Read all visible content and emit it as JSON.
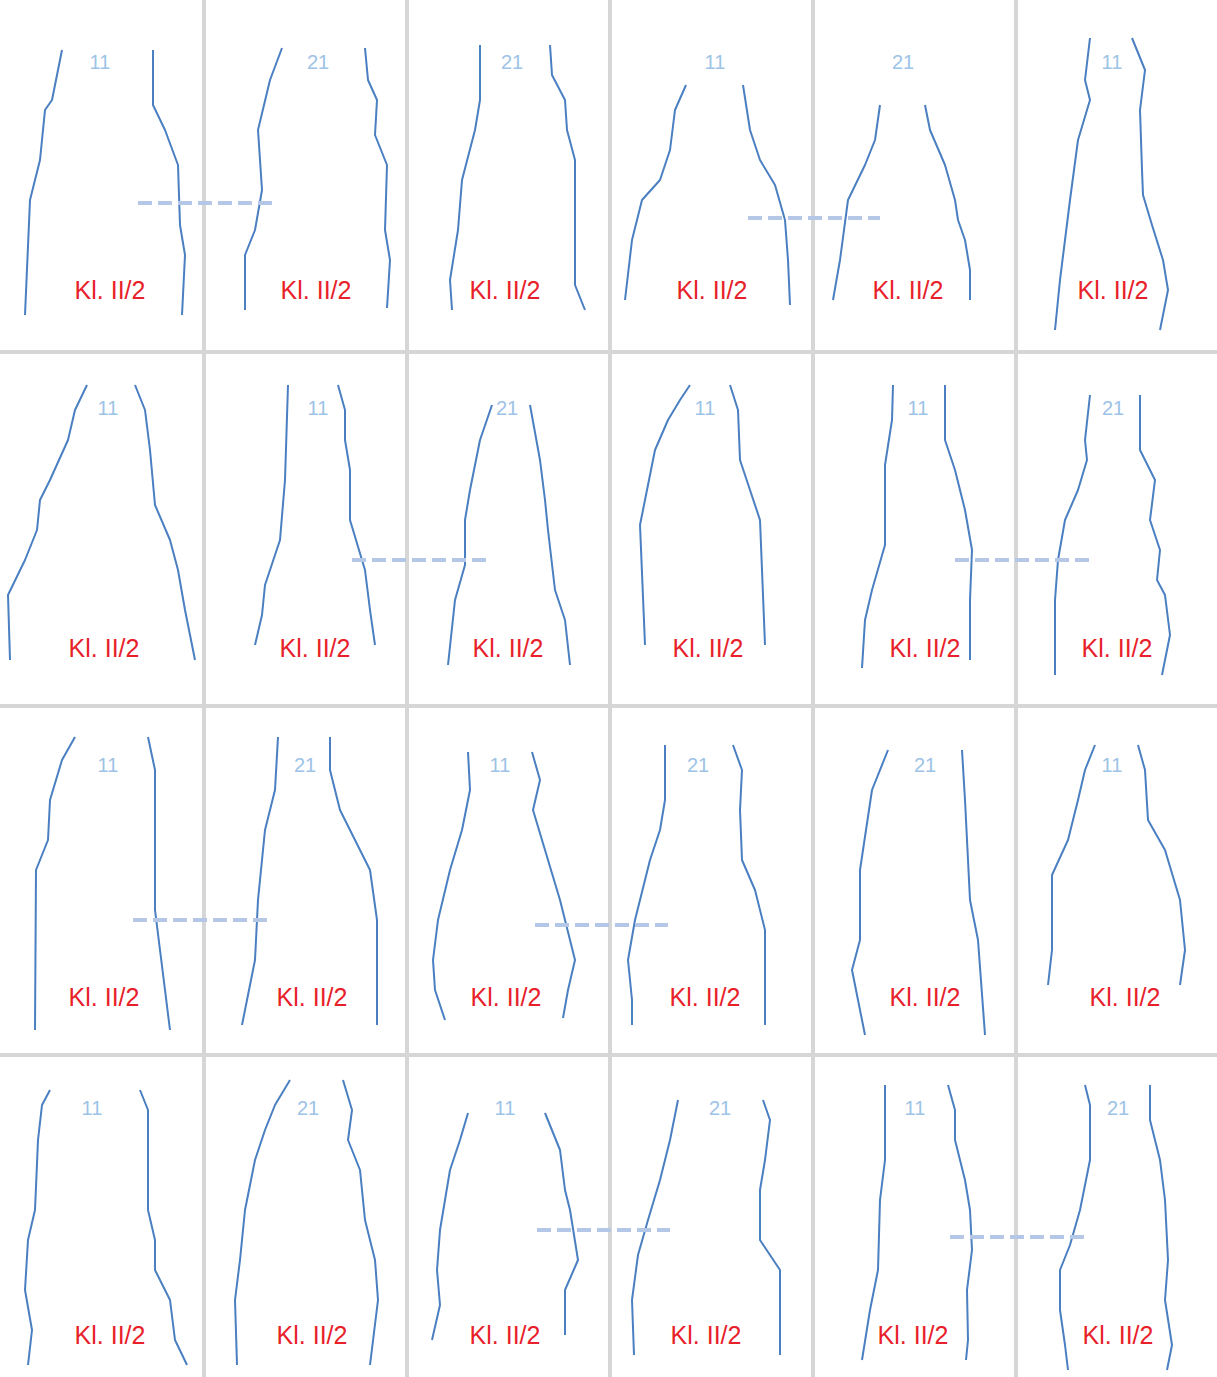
{
  "diagram": {
    "labels": [
      "11",
      "Kl. II/2",
      "21",
      "Kl. II/2",
      "21",
      "Kl. II/2",
      "11",
      "Kl. II/2",
      "21",
      "Kl. II/2",
      "11",
      "Kl. II/2",
      "11",
      "Kl. II/2",
      "11",
      "Kl. II/2",
      "21",
      "Kl. II/2",
      "11",
      "Kl. II/2",
      "11",
      "Kl. II/2",
      "21",
      "Kl. II/2",
      "11",
      "Kl. II/2",
      "21",
      "Kl. II/2",
      "11",
      "Kl. II/2",
      "21",
      "Kl. II/2",
      "21",
      "Kl. II/2",
      "11",
      "Kl. II/2",
      "11",
      "Kl. II/2",
      "21",
      "Kl. II/2",
      "11",
      "Kl. II/2",
      "21",
      "Kl. II/2",
      "11",
      "Kl. II/2",
      "21",
      "Kl. II/2"
    ]
  }
}
